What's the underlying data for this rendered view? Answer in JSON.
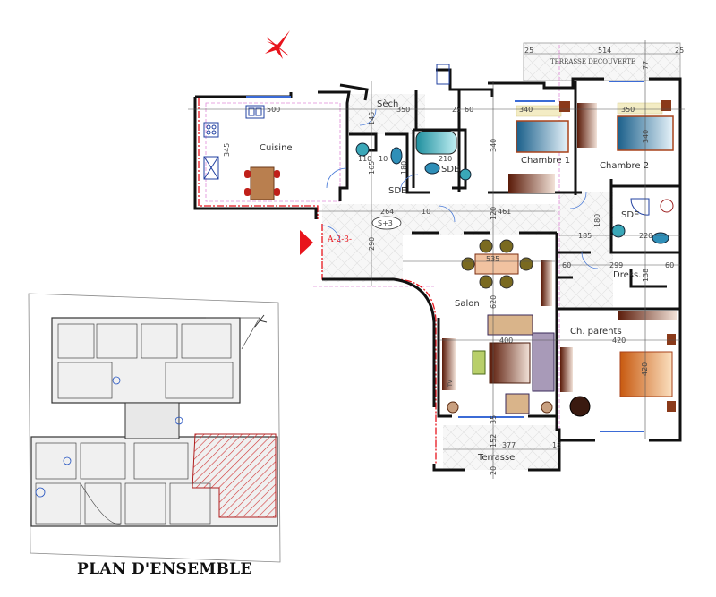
{
  "plan": {
    "rooms": {
      "cuisine": "Cuisine",
      "sech": "Sèch",
      "sde1": "SDE",
      "sdb": "SDB",
      "chambre1": "Chambre 1",
      "chambre2": "Chambre 2",
      "sde2": "SDE",
      "dress": "Dress.",
      "salon": "Salon",
      "ch_parents": "Ch. parents",
      "terrasse": "Terrasse",
      "terrasse_decouverte": "TERRASSE DECOUVERTE"
    },
    "markers": {
      "level": "S+3",
      "unit": "A-2-3-",
      "tv": "TV"
    },
    "dims": {
      "kitchen_width": "500",
      "kitchen_height": "345",
      "sech_width": "350",
      "sech_height": "145",
      "sde_width": "110",
      "sdb_width": "210",
      "sde_h": "165",
      "sdb_h": "180",
      "d10a": "10",
      "d10b": "10",
      "d25a": "25",
      "d60a": "60",
      "hall_width": "264",
      "hall_height": "290",
      "ch1_width": "340",
      "ch1_height": "340",
      "ch2_width": "350",
      "ch2_height": "340",
      "terrace_top_width": "514",
      "terrace_left": "25",
      "terrace_right": "25",
      "terrace_depth": "77",
      "corridor_width": "461",
      "corridor_h": "120",
      "d180": "180",
      "d185": "185",
      "d220": "220",
      "dress_left": "60",
      "dress_width": "299",
      "dress_right": "60",
      "dress_h": "138",
      "salon_table": "535",
      "salon_height": "620",
      "salon_width": "400",
      "parents_width": "420",
      "parents_bed": "420",
      "terrace_depth2": "152",
      "terrace_width": "377",
      "d18": "18",
      "d35": "35",
      "d20": "20"
    }
  },
  "inset": {
    "title": "PLAN D'ENSEMBLE"
  },
  "colors": {
    "accent_red": "#e8141c",
    "wall": "#111111",
    "water": "#3aa7b8"
  }
}
